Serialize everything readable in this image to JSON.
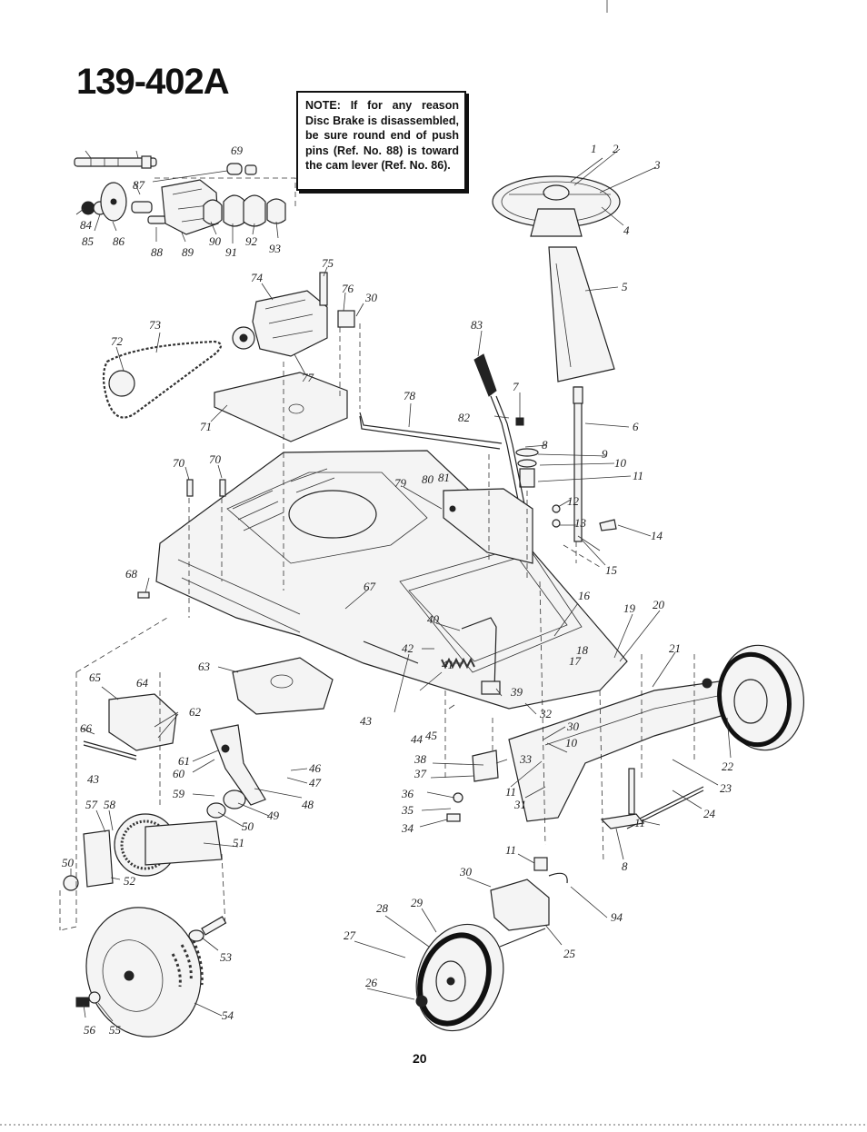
{
  "header": {
    "model_number": "139-402A"
  },
  "note": {
    "text": "NOTE: If for any reason Disc Brake is disassembled, be sure round end of push pins (Ref. No. 88) is toward the cam lever (Ref. No. 86)."
  },
  "footer": {
    "page_number": "20"
  },
  "colors": {
    "ink": "#222222",
    "paper": "#ffffff"
  },
  "callouts": [
    "1",
    "2",
    "3",
    "4",
    "5",
    "6",
    "7",
    "8",
    "9",
    "10",
    "11",
    "12",
    "13",
    "14",
    "15",
    "16",
    "17",
    "18",
    "19",
    "20",
    "21",
    "22",
    "23",
    "24",
    "25",
    "26",
    "27",
    "28",
    "29",
    "30",
    "31",
    "32",
    "33",
    "34",
    "35",
    "36",
    "37",
    "38",
    "39",
    "40",
    "41",
    "42",
    "43",
    "44",
    "45",
    "46",
    "47",
    "48",
    "49",
    "50",
    "51",
    "52",
    "53",
    "54",
    "55",
    "56",
    "57",
    "58",
    "59",
    "60",
    "61",
    "62",
    "63",
    "64",
    "65",
    "66",
    "67",
    "68",
    "69",
    "70",
    "71",
    "72",
    "73",
    "74",
    "75",
    "76",
    "77",
    "78",
    "79",
    "80",
    "81",
    "82",
    "83",
    "84",
    "85",
    "86",
    "87",
    "88",
    "89",
    "90",
    "91",
    "92",
    "93",
    "94"
  ]
}
